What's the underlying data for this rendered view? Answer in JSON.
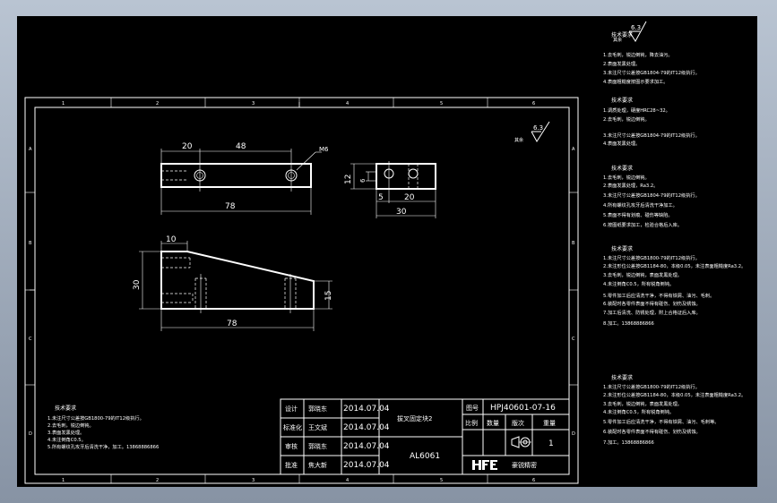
{
  "border": {
    "columns": [
      "1",
      "2",
      "3",
      "4",
      "5",
      "6"
    ],
    "rows": [
      "A",
      "B",
      "C",
      "D"
    ]
  },
  "surface_symbol": {
    "value": "6.3",
    "label": "其余"
  },
  "outer_surface_symbol": {
    "value": "6.3",
    "label": "其余"
  },
  "front_view": {
    "dim_a": "20",
    "dim_b": "48",
    "dim_len": "78",
    "thread": "M6"
  },
  "side_view": {
    "dim_height": "12",
    "dim_inner": "6",
    "dim_offset": "5",
    "dim_gap": "20",
    "dim_width": "30"
  },
  "top_view": {
    "dim_10": "10",
    "dim_30": "30",
    "dim_15": "15",
    "dim_78": "78"
  },
  "title_block": {
    "rows": [
      {
        "role": "设计",
        "name": "郭晓东",
        "date": "2014.07.04"
      },
      {
        "role": "标准化",
        "name": "王文斌",
        "date": "2014.07.04"
      },
      {
        "role": "审核",
        "name": "郭晓东",
        "date": "2014.07.04"
      },
      {
        "role": "批准",
        "name": "焦大新",
        "date": "2014.07.04"
      }
    ],
    "part_name": "拔叉固定块2",
    "material": "AL6061",
    "drawing_no_label": "图号",
    "drawing_no": "HPJ40601-07-16",
    "scale_label": "比例",
    "qty_label": "数量",
    "sheet_label": "版次",
    "weight_label": "重量",
    "sheet_value": "1",
    "company_logo": "HFE",
    "company_name": "豪锐精密"
  },
  "notes_main": {
    "title": "技术要求",
    "lines": [
      "1.未注尺寸公差按GB1800-79的IT12级执行。",
      "2.去毛刺，锐边倒钝。",
      "3.表面发黑处理。",
      "4.未注倒角C0.5。",
      "5.所有螺纹孔攻牙后清洗干净，加工。13868886866"
    ]
  },
  "notes_right": [
    {
      "title": "技术要求",
      "lines": [
        "1.去毛刺，锐边倒钝，降去油污。",
        "2.表面发黑处理。",
        "3.未注尺寸公差按GB1804-79的IT12级执行。",
        "4.表面粗糙度按图示要求加工。"
      ]
    },
    {
      "title": "技术要求",
      "lines": [
        "1.调质处理，硬度HRC28~32。",
        "2.去毛刺，锐边倒钝。",
        "3.未注尺寸公差按GB1804-79的IT12级执行。",
        "4.表面发黑处理。"
      ]
    },
    {
      "title": "技术要求",
      "lines": [
        "1.去毛刺，锐边倒钝。",
        "2.表面发黑处理，Ra3.2。",
        "3.未注尺寸公差按GB1804-79的IT12级执行。",
        "4.所有螺纹孔攻牙后清洗干净加工。",
        "5.表面不得有划痕、碰伤等缺陷。",
        "6.按图纸要求加工，检验合格后入库。"
      ]
    },
    {
      "title": "技术要求",
      "lines": [
        "1.未注尺寸公差按GB1800-79的IT12级执行。",
        "2.未注形位公差按GB1184-80，本级0.05，未注表面粗糙度Ra3.2。",
        "3.去毛刺，锐边倒钝，表面发黑处理。",
        "4.未注倒角C0.5，所有锐角倒钝。",
        "5.零件加工后应清洗干净，不得有铁屑、油污、毛刺。",
        "6.装配时各零件表面不得有碰伤、划伤及锈蚀。",
        "7.加工后清洗、防锈处理，附上合格证后入库。",
        "8.加工。13868886866"
      ]
    },
    {
      "title": "技术要求",
      "lines": [
        "1.未注尺寸公差按GB1800-79的IT12级执行。",
        "2.未注形位公差按GB1184-80，本级0.05，未注表面粗糙度Ra3.2。",
        "3.去毛刺，锐边倒钝，表面发黑处理。",
        "4.未注倒角C0.5，所有锐角倒钝。",
        "5.零件加工后应清洗干净，不得有铁屑、油污、毛刺等。",
        "6.装配时各零件表面不得有碰伤、划伤及锈蚀。",
        "7.加工。13868886866"
      ]
    }
  ]
}
